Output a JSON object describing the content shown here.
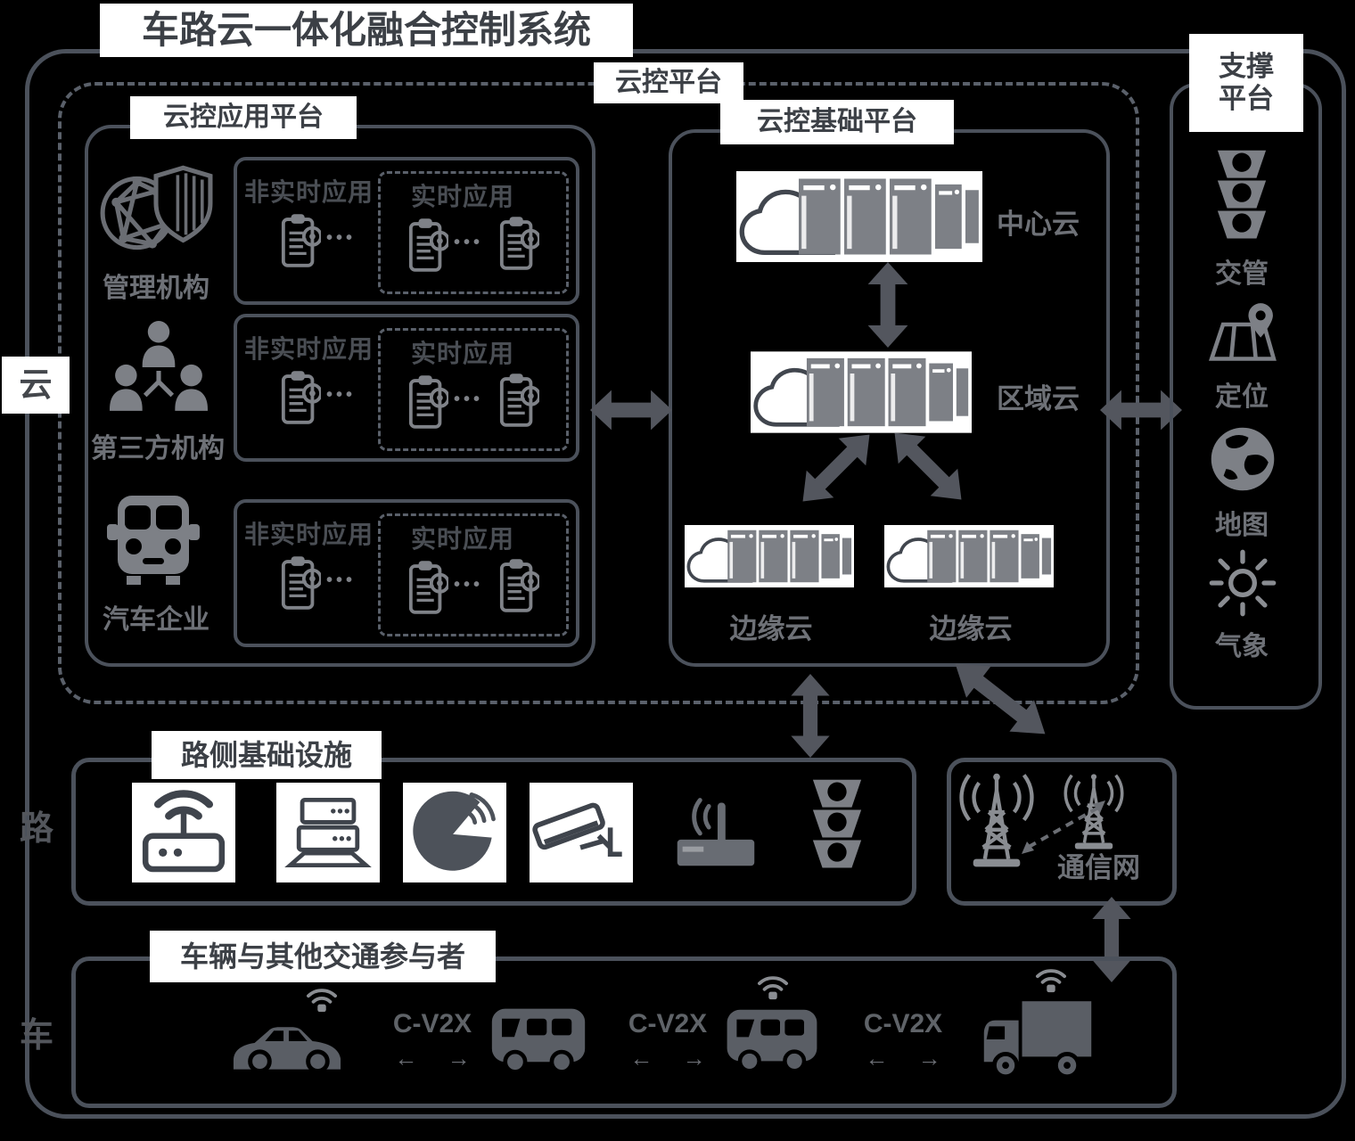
{
  "title": "车路云一体化融合控制系统",
  "lanes": {
    "cloud": "云",
    "road": "路",
    "vehicle": "车"
  },
  "cloud_platform": {
    "label": "云控平台",
    "app_platform": {
      "label": "云控应用平台",
      "rows": [
        {
          "actor": "管理机构",
          "icon": "shield-network-icon",
          "non_realtime": "非实时应用",
          "realtime": "实时应用",
          "dots": "•••"
        },
        {
          "actor": "第三方机构",
          "icon": "organization-people-icon",
          "non_realtime": "非实时应用",
          "realtime": "实时应用",
          "dots": "•••"
        },
        {
          "actor": "汽车企业",
          "icon": "vehicle-front-icon",
          "non_realtime": "非实时应用",
          "realtime": "实时应用",
          "dots": "•••"
        }
      ]
    },
    "base_platform": {
      "label": "云控基础平台",
      "central": "中心云",
      "regional": "区域云",
      "edge_left": "边缘云",
      "edge_right": "边缘云"
    }
  },
  "support_platform": {
    "label": "支撑平台",
    "label_lines": [
      "支撑",
      "平台"
    ],
    "items": [
      {
        "label": "交管",
        "icon": "traffic-light-icon"
      },
      {
        "label": "定位",
        "icon": "map-pin-icon"
      },
      {
        "label": "地图",
        "icon": "globe-icon"
      },
      {
        "label": "气象",
        "icon": "sun-icon"
      }
    ]
  },
  "road_layer": {
    "roadside": {
      "label": "路侧基础设施",
      "icons": [
        "rsu-antenna-icon",
        "edge-server-stack-icon",
        "radar-icon",
        "camera-icon",
        "roadside-unit-icon",
        "traffic-light-icon"
      ]
    },
    "comm_network": {
      "label": "通信网",
      "icons": [
        "comm-tower-icon",
        "comm-tower-icon"
      ]
    }
  },
  "vehicle_layer": {
    "label": "车辆与其他交通参与者",
    "links": [
      {
        "label": "C-V2X",
        "arrows": "← →"
      },
      {
        "label": "C-V2X",
        "arrows": "← →"
      },
      {
        "label": "C-V2X",
        "arrows": "← →"
      }
    ],
    "vehicles": [
      "car",
      "van",
      "bus",
      "truck"
    ],
    "colors": {
      "arrow": "#53565e",
      "border": "#4b515b",
      "label": "#6e7177",
      "chip_text": "#3c4046"
    }
  }
}
